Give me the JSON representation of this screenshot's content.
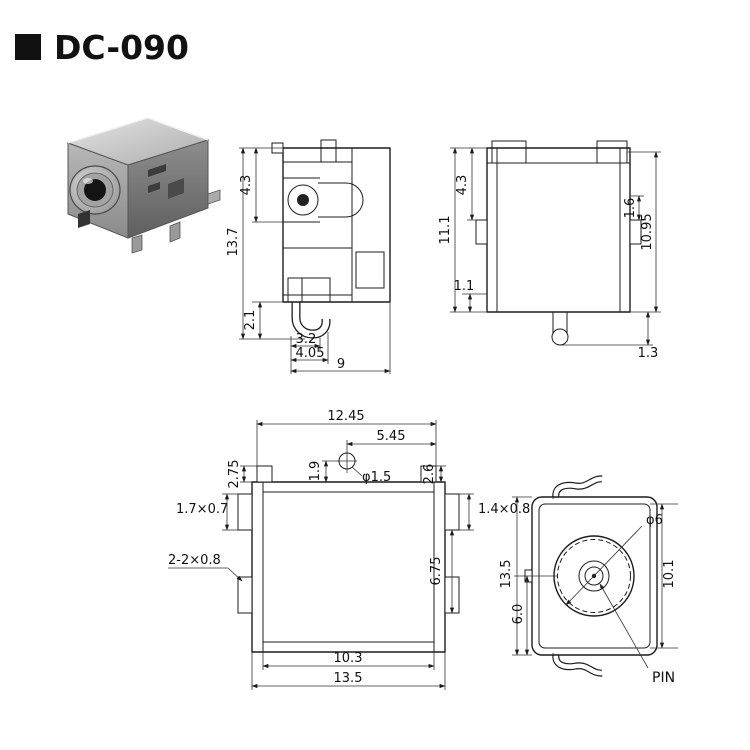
{
  "title": "DC-090",
  "palette": {
    "line": "#1c1c1c",
    "paper": "#ffffff",
    "hatch_fill": "#d2d2d2"
  },
  "views": {
    "side": {
      "d4_3": "4.3",
      "d13_7": "13.7",
      "d2_1": "2.1",
      "d3_2": "3.2",
      "d4_05": "4.05",
      "d9": "9"
    },
    "front": {
      "d4_3": "4.3",
      "d11_1": "11.1",
      "d1_1": "1.1",
      "d1_6": "1.6",
      "d10_95": "10.95",
      "d1_3": "1.3"
    },
    "top": {
      "d12_45": "12.45",
      "d5_45": "5.45",
      "d2_75": "2.75",
      "d1_9": "1.9",
      "phi1_5": "φ1.5",
      "d2_6": "2.6",
      "tab_left": "1.7×0.7",
      "tab_right": "1.4×0.8",
      "tabs_lower": "2-2×0.8",
      "d6_75": "6.75",
      "d10_3": "10.3",
      "d13_5": "13.5"
    },
    "end": {
      "phi6": "φ6",
      "d13_5": "13.5",
      "d6_0": "6.0",
      "d10_1": "10.1",
      "pin": "PIN"
    }
  }
}
